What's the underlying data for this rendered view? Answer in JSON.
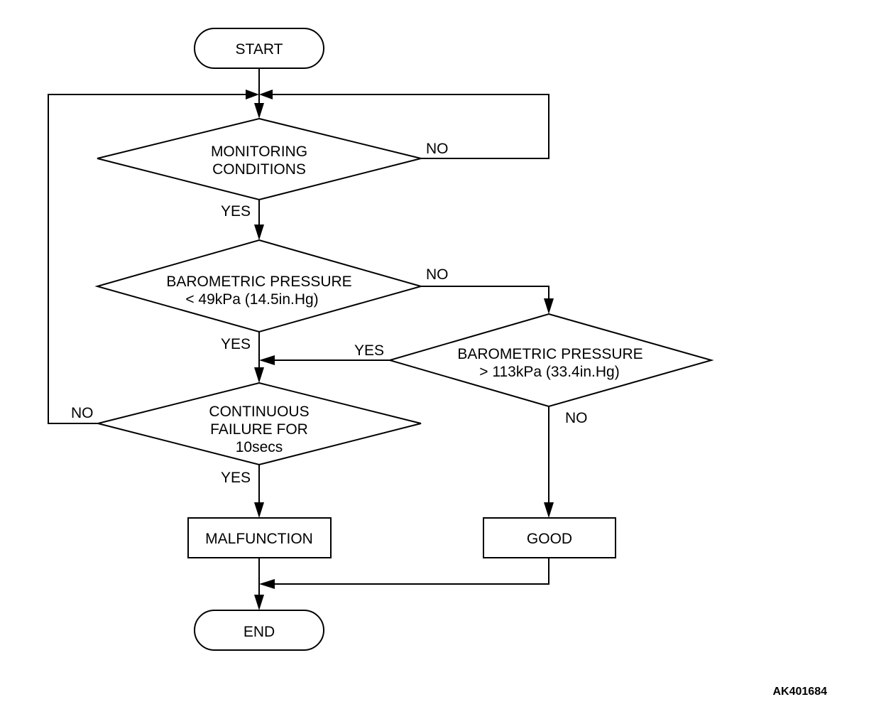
{
  "flowchart": {
    "start_label": "START",
    "end_label": "END",
    "decision_monitoring": [
      "MONITORING",
      "CONDITIONS"
    ],
    "decision_baro_low": [
      "BAROMETRIC PRESSURE",
      "< 49kPa (14.5in.Hg)"
    ],
    "decision_baro_high": [
      "BAROMETRIC PRESSURE",
      "> 113kPa (33.4in.Hg)"
    ],
    "decision_continuous": [
      "CONTINUOUS",
      "FAILURE FOR",
      "10secs"
    ],
    "malfunction_label": "MALFUNCTION",
    "good_label": "GOOD",
    "branch_labels": {
      "monitoring_no": "NO",
      "monitoring_yes": "YES",
      "baro_low_no": "NO",
      "baro_low_yes": "YES",
      "baro_high_yes": "YES",
      "baro_high_no": "NO",
      "continuous_no": "NO",
      "continuous_yes": "YES"
    }
  },
  "figure_code": "AK401684"
}
